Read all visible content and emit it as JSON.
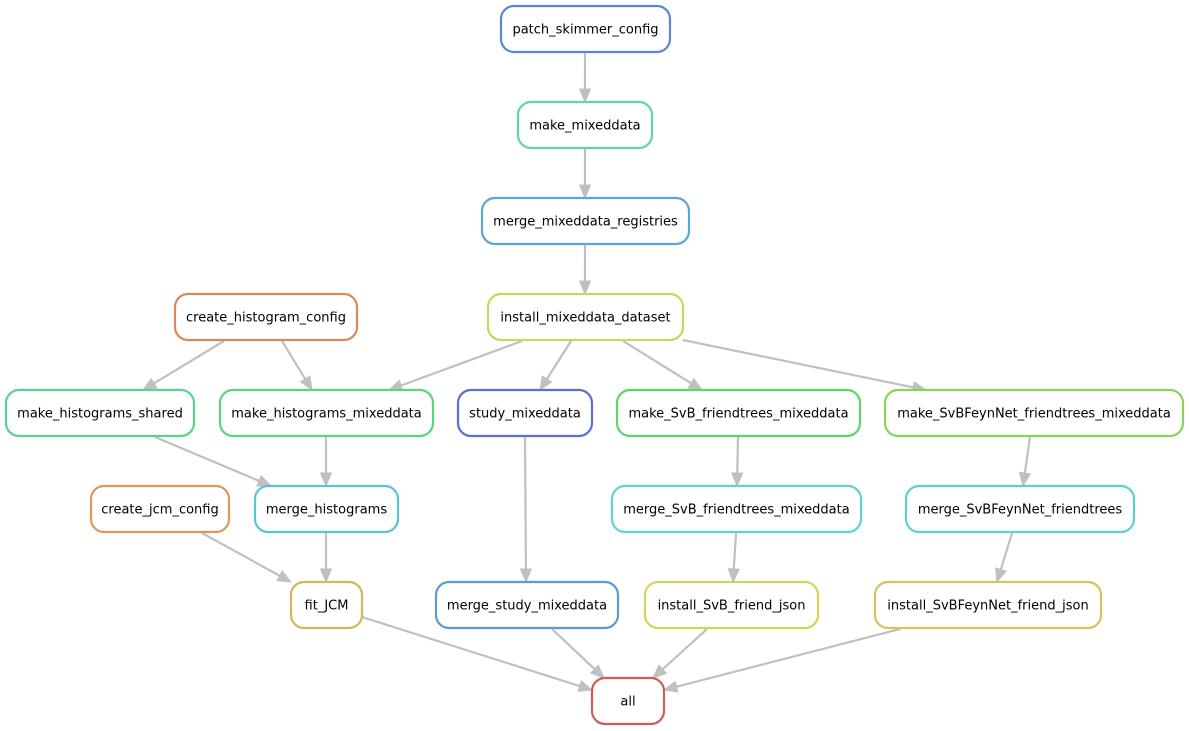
{
  "diagram": {
    "edge_color": "#c0c0c0",
    "nodes": [
      {
        "id": "patch_skimmer_config",
        "label": "patch_skimmer_config",
        "color": "#5b86d4"
      },
      {
        "id": "make_mixeddata",
        "label": "make_mixeddata",
        "color": "#5fd4b0"
      },
      {
        "id": "merge_mixeddata_registries",
        "label": "merge_mixeddata_registries",
        "color": "#5ba6d8"
      },
      {
        "id": "install_mixeddata_dataset",
        "label": "install_mixeddata_dataset",
        "color": "#c4d85b"
      },
      {
        "id": "create_histogram_config",
        "label": "create_histogram_config",
        "color": "#d88a5b"
      },
      {
        "id": "make_histograms_shared",
        "label": "make_histograms_shared",
        "color": "#5bd48f"
      },
      {
        "id": "make_histograms_mixeddata",
        "label": "make_histograms_mixeddata",
        "color": "#5bd47a"
      },
      {
        "id": "study_mixeddata",
        "label": "study_mixeddata",
        "color": "#5b6ed4"
      },
      {
        "id": "make_SvB_friendtrees_mixeddata",
        "label": "make_SvB_friendtrees_mixeddata",
        "color": "#5bd46a"
      },
      {
        "id": "make_SvBFeynNet_friendtrees_mixeddata",
        "label": "make_SvBFeynNet_friendtrees_mixeddata",
        "color": "#86d45b"
      },
      {
        "id": "create_jcm_config",
        "label": "create_jcm_config",
        "color": "#d89a5b"
      },
      {
        "id": "merge_histograms",
        "label": "merge_histograms",
        "color": "#5bc4d4"
      },
      {
        "id": "merge_SvB_friendtrees_mixeddata",
        "label": "merge_SvB_friendtrees_mixeddata",
        "color": "#5bd4d4"
      },
      {
        "id": "merge_SvBFeynNet_friendtrees",
        "label": "merge_SvBFeynNet_friendtrees",
        "color": "#5bd4c8"
      },
      {
        "id": "fit_JCM",
        "label": "fit_JCM",
        "color": "#d8b45b"
      },
      {
        "id": "merge_study_mixeddata",
        "label": "merge_study_mixeddata",
        "color": "#5b9ad4"
      },
      {
        "id": "install_SvB_friend_json",
        "label": "install_SvB_friend_json",
        "color": "#d4d45b"
      },
      {
        "id": "install_SvBFeynNet_friend_json",
        "label": "install_SvBFeynNet_friend_json",
        "color": "#d4c45b"
      },
      {
        "id": "all",
        "label": "all",
        "color": "#d45b5b"
      }
    ],
    "edges": [
      {
        "from": "patch_skimmer_config",
        "to": "make_mixeddata"
      },
      {
        "from": "make_mixeddata",
        "to": "merge_mixeddata_registries"
      },
      {
        "from": "merge_mixeddata_registries",
        "to": "install_mixeddata_dataset"
      },
      {
        "from": "create_histogram_config",
        "to": "make_histograms_shared"
      },
      {
        "from": "create_histogram_config",
        "to": "make_histograms_mixeddata"
      },
      {
        "from": "install_mixeddata_dataset",
        "to": "make_histograms_mixeddata"
      },
      {
        "from": "install_mixeddata_dataset",
        "to": "study_mixeddata"
      },
      {
        "from": "install_mixeddata_dataset",
        "to": "make_SvB_friendtrees_mixeddata"
      },
      {
        "from": "install_mixeddata_dataset",
        "to": "make_SvBFeynNet_friendtrees_mixeddata"
      },
      {
        "from": "make_histograms_shared",
        "to": "merge_histograms"
      },
      {
        "from": "make_histograms_mixeddata",
        "to": "merge_histograms"
      },
      {
        "from": "make_SvB_friendtrees_mixeddata",
        "to": "merge_SvB_friendtrees_mixeddata"
      },
      {
        "from": "make_SvBFeynNet_friendtrees_mixeddata",
        "to": "merge_SvBFeynNet_friendtrees"
      },
      {
        "from": "create_jcm_config",
        "to": "fit_JCM"
      },
      {
        "from": "merge_histograms",
        "to": "fit_JCM"
      },
      {
        "from": "study_mixeddata",
        "to": "merge_study_mixeddata"
      },
      {
        "from": "merge_SvB_friendtrees_mixeddata",
        "to": "install_SvB_friend_json"
      },
      {
        "from": "merge_SvBFeynNet_friendtrees",
        "to": "install_SvBFeynNet_friend_json"
      },
      {
        "from": "fit_JCM",
        "to": "all"
      },
      {
        "from": "merge_study_mixeddata",
        "to": "all"
      },
      {
        "from": "install_SvB_friend_json",
        "to": "all"
      },
      {
        "from": "install_SvBFeynNet_friend_json",
        "to": "all"
      }
    ]
  }
}
